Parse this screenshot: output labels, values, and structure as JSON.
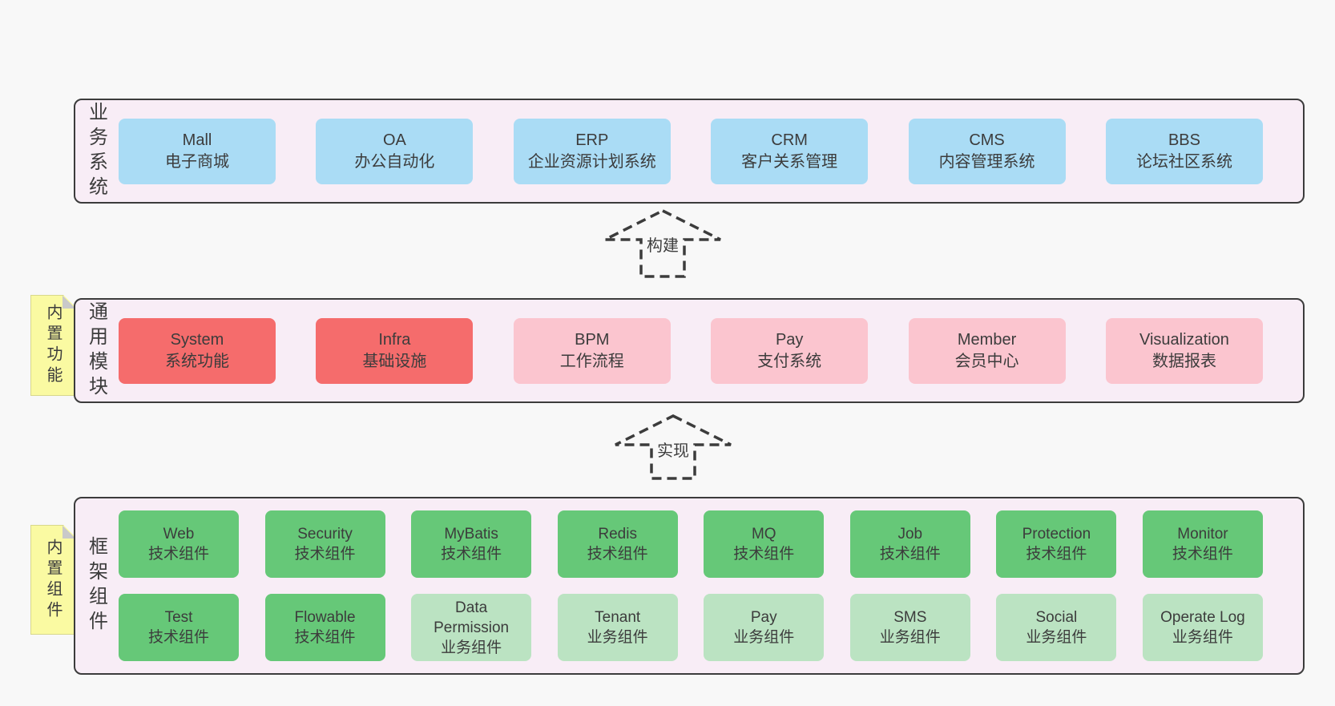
{
  "diagram": {
    "arrows": [
      {
        "label": "构建"
      },
      {
        "label": "实现"
      }
    ],
    "sections": [
      {
        "label": "业务系统",
        "boxes": [
          {
            "title": "Mall",
            "subtitle": "电子商城"
          },
          {
            "title": "OA",
            "subtitle": "办公自动化"
          },
          {
            "title": "ERP",
            "subtitle": "企业资源计划系统"
          },
          {
            "title": "CRM",
            "subtitle": "客户关系管理"
          },
          {
            "title": "CMS",
            "subtitle": "内容管理系统"
          },
          {
            "title": "BBS",
            "subtitle": "论坛社区系统"
          }
        ]
      },
      {
        "label": "通用模块",
        "tab": "内置功能",
        "boxes": [
          {
            "title": "System",
            "subtitle": "系统功能"
          },
          {
            "title": "Infra",
            "subtitle": "基础设施"
          },
          {
            "title": "BPM",
            "subtitle": "工作流程"
          },
          {
            "title": "Pay",
            "subtitle": "支付系统"
          },
          {
            "title": "Member",
            "subtitle": "会员中心"
          },
          {
            "title": "Visualization",
            "subtitle": "数据报表"
          }
        ]
      },
      {
        "label": "框架组件",
        "tab": "内置组件",
        "rows": [
          [
            {
              "title": "Web",
              "subtitle": "技术组件"
            },
            {
              "title": "Security",
              "subtitle": "技术组件"
            },
            {
              "title": "MyBatis",
              "subtitle": "技术组件"
            },
            {
              "title": "Redis",
              "subtitle": "技术组件"
            },
            {
              "title": "MQ",
              "subtitle": "技术组件"
            },
            {
              "title": "Job",
              "subtitle": "技术组件"
            },
            {
              "title": "Protection",
              "subtitle": "技术组件"
            },
            {
              "title": "Monitor",
              "subtitle": "技术组件"
            }
          ],
          [
            {
              "title": "Test",
              "subtitle": "技术组件"
            },
            {
              "title": "Flowable",
              "subtitle": "技术组件"
            },
            {
              "title": "Data Permission",
              "subtitle": "业务组件"
            },
            {
              "title": "Tenant",
              "subtitle": "业务组件"
            },
            {
              "title": "Pay",
              "subtitle": "业务组件"
            },
            {
              "title": "SMS",
              "subtitle": "业务组件"
            },
            {
              "title": "Social",
              "subtitle": "业务组件"
            },
            {
              "title": "Operate Log",
              "subtitle": "业务组件"
            }
          ]
        ]
      }
    ],
    "colors": {
      "page_bg": "#f8f8f8",
      "section_bg": "#f8edf6",
      "border": "#3c3c3c",
      "business_box": "#aadcf5",
      "core_module_box": "#f56c6c",
      "optional_module_box": "#fbc5cf",
      "tech_component_box": "#66c878",
      "biz_component_box": "#bbe3c2",
      "sticky_note": "#fafaa2",
      "sticky_fold": "#c9c9c9",
      "text": "#3c3c3c"
    }
  }
}
